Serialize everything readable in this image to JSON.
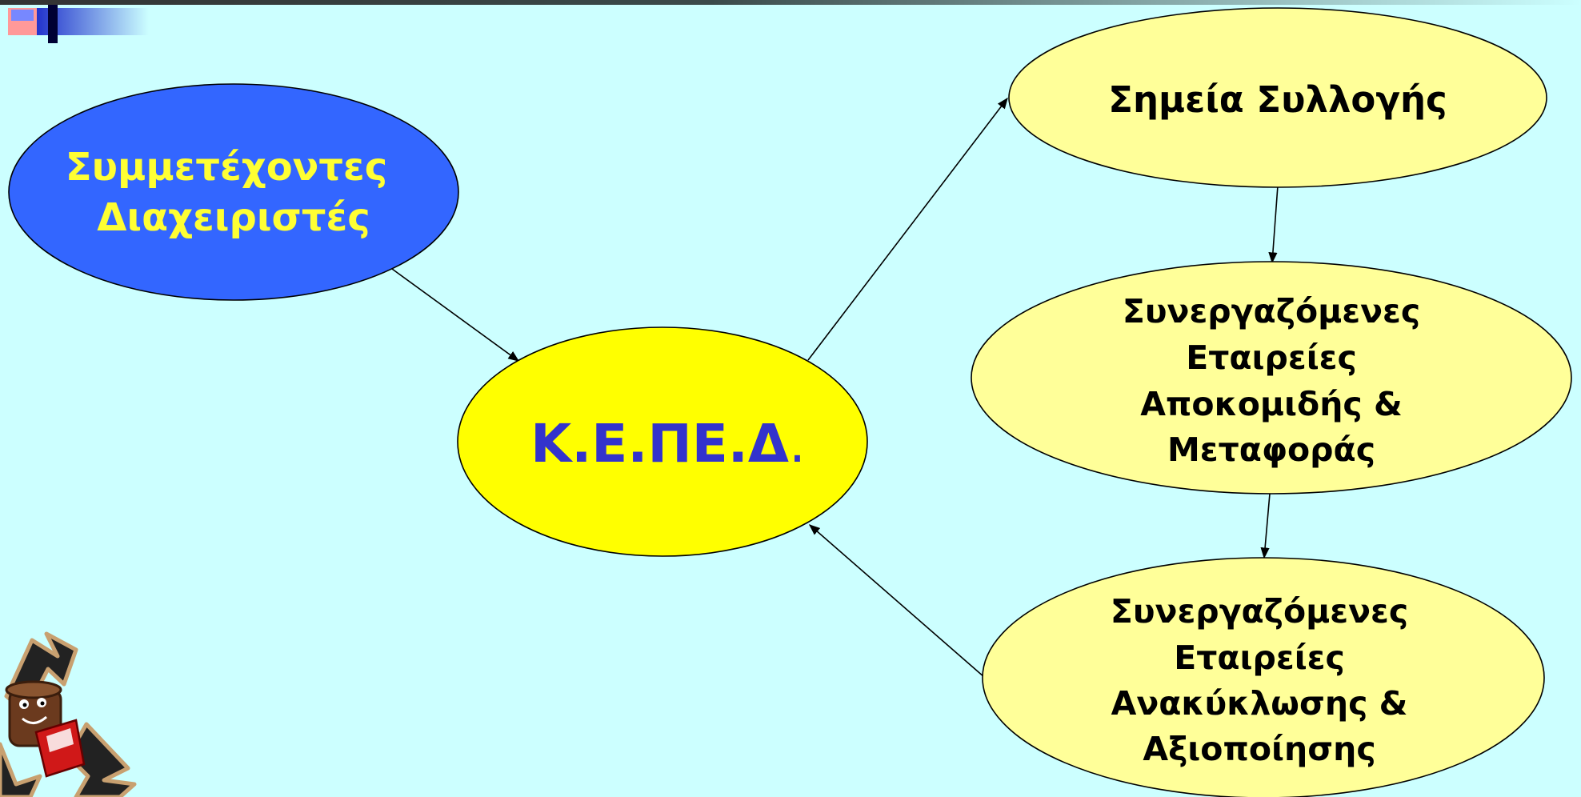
{
  "colors": {
    "background": "#ccffff",
    "participants_fill": "#3366ff",
    "participants_text": "#ffff33",
    "center_fill": "#ffff00",
    "center_text": "#3333cc",
    "side_fill": "#ffff99",
    "side_text": "#000000",
    "edge": "#000000"
  },
  "nodes": {
    "participants": {
      "lines": [
        "Συμμετέχοντες",
        "Διαχειριστές"
      ]
    },
    "center": {
      "label": "Κ.Ε.ΠΕ.Δ.",
      "label_main": "Κ.Ε.ΠΕ.Δ",
      "label_dot": "."
    },
    "collection": {
      "lines": [
        "Σημεία Συλλογής"
      ]
    },
    "transport": {
      "lines": [
        "Συνεργαζόμενες",
        "Εταιρείες",
        "Αποκομιδής &",
        "Μεταφοράς"
      ]
    },
    "recycling": {
      "lines": [
        "Συνεργαζόμενες",
        "Εταιρείες",
        "Ανακύκλωσης &",
        "Αξιοποίησης"
      ]
    }
  },
  "edges": [
    {
      "from": "participants",
      "to": "center"
    },
    {
      "from": "center",
      "to": "collection"
    },
    {
      "from": "collection",
      "to": "transport"
    },
    {
      "from": "transport",
      "to": "recycling"
    },
    {
      "from": "recycling",
      "to": "center"
    }
  ],
  "decorations": {
    "top_bar": "title-bar-ornament",
    "clipart": "recycling-symbol-clipart"
  }
}
